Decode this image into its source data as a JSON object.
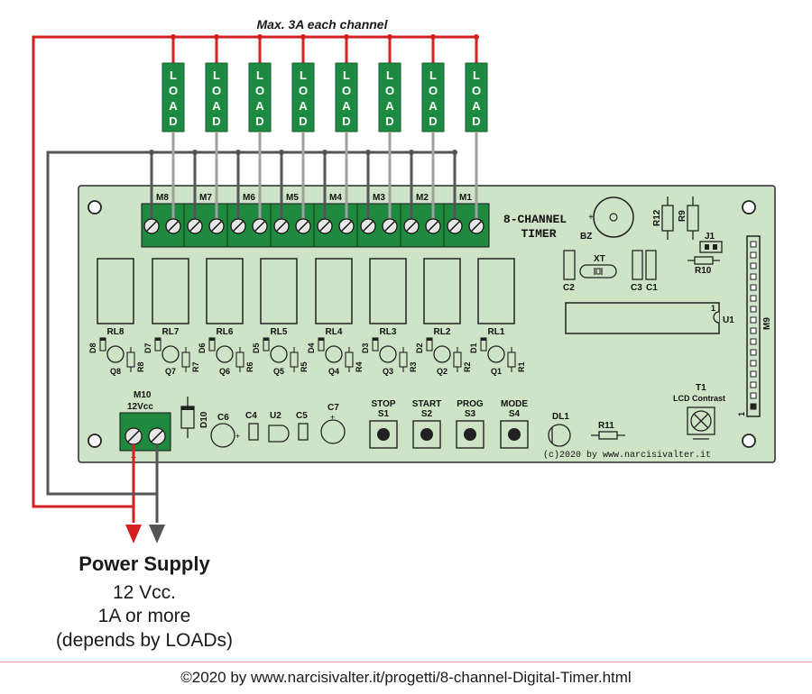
{
  "top_note": "Max. 3A each channel",
  "load_label": [
    "L",
    "O",
    "A",
    "D"
  ],
  "terminals": [
    "M8",
    "M7",
    "M6",
    "M5",
    "M4",
    "M3",
    "M2",
    "M1"
  ],
  "relays": [
    "RL8",
    "RL7",
    "RL6",
    "RL5",
    "RL4",
    "RL3",
    "RL2",
    "RL1"
  ],
  "diodes": [
    "D8",
    "D7",
    "D6",
    "D5",
    "D4",
    "D3",
    "D2",
    "D1"
  ],
  "transistors": [
    "Q8",
    "Q7",
    "Q6",
    "Q5",
    "Q4",
    "Q3",
    "Q2",
    "Q1"
  ],
  "resistors": [
    "R8",
    "R7",
    "R6",
    "R5",
    "R4",
    "R3",
    "R2",
    "R1"
  ],
  "board": {
    "title_line1": "8-CHANNEL",
    "title_line2": "TIMER",
    "bz": "BZ",
    "bz_plus": "+",
    "r12": "R12",
    "r9": "R9",
    "j1": "J1",
    "r10": "R10",
    "xt": "XT",
    "c1": "C1",
    "c2": "C2",
    "c3": "C3",
    "u1": "U1",
    "u1_pin": "1",
    "m9": "M9",
    "m10": "M10",
    "m10_v": "12Vcc",
    "d10": "D10",
    "c6": "C6",
    "c4": "C4",
    "u2": "U2",
    "c5": "C5",
    "c7": "C7",
    "plus": "+",
    "t1": "T1",
    "lcd": "LCD Contrast",
    "dl1": "DL1",
    "r11": "R11",
    "credit": "(c)2020 by www.narcisivalter.it",
    "switches": [
      {
        "top": "STOP",
        "bottom": "S1"
      },
      {
        "top": "START",
        "bottom": "S2"
      },
      {
        "top": "PROG",
        "bottom": "S3"
      },
      {
        "top": "MODE",
        "bottom": "S4"
      }
    ]
  },
  "power_supply": {
    "title": "Power Supply",
    "line1": "12 Vcc.",
    "line2": "1A or more",
    "line3": "(depends by LOADs)"
  },
  "footer": "©2020 by www.narcisivalter.it/progetti/8-channel-Digital-Timer.html",
  "colors": {
    "red_wire": "#d42020",
    "gray_wire": "#555555",
    "light_wire": "#a0a0a0",
    "load_green": "#1d8a42",
    "board": "#cfe3c6",
    "terminal": "#1f8a3e"
  }
}
